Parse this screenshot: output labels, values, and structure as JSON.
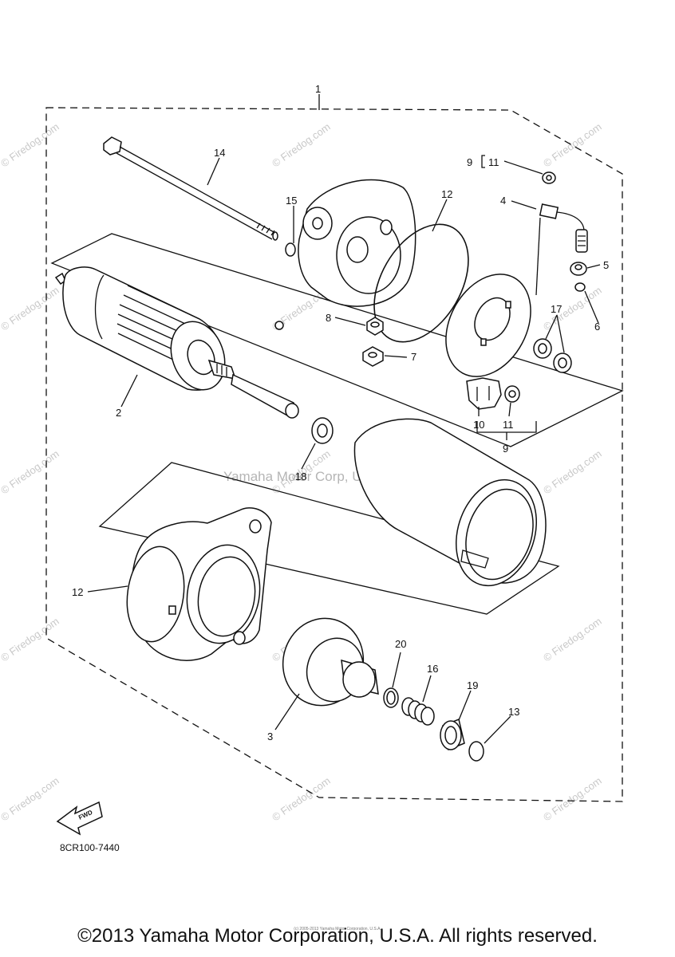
{
  "diagram": {
    "callouts": [
      {
        "id": "1",
        "label": "1"
      },
      {
        "id": "14",
        "label": "14"
      },
      {
        "id": "15",
        "label": "15"
      },
      {
        "id": "12a",
        "label": "12"
      },
      {
        "id": "9a",
        "label": "9"
      },
      {
        "id": "11a",
        "label": "11"
      },
      {
        "id": "4",
        "label": "4"
      },
      {
        "id": "5",
        "label": "5"
      },
      {
        "id": "6",
        "label": "6"
      },
      {
        "id": "17",
        "label": "17"
      },
      {
        "id": "8",
        "label": "8"
      },
      {
        "id": "7",
        "label": "7"
      },
      {
        "id": "2",
        "label": "2"
      },
      {
        "id": "10",
        "label": "10"
      },
      {
        "id": "11b",
        "label": "11"
      },
      {
        "id": "9b",
        "label": "9"
      },
      {
        "id": "18",
        "label": "18"
      },
      {
        "id": "12b",
        "label": "12"
      },
      {
        "id": "20",
        "label": "20"
      },
      {
        "id": "16",
        "label": "16"
      },
      {
        "id": "19",
        "label": "19"
      },
      {
        "id": "13",
        "label": "13"
      },
      {
        "id": "3",
        "label": "3"
      }
    ],
    "fwd_label": "FWD",
    "diagram_code": "8CR100-7440",
    "watermark": "© Firedog.com",
    "center_watermark": "Yamaha Motor Corp, U.S.A.",
    "tiny_notice": "(c) 2005-2013 Yamaha Motor Corporation, U.S.A.",
    "copyright": "©2013 Yamaha Motor Corporation, U.S.A. All rights reserved."
  }
}
